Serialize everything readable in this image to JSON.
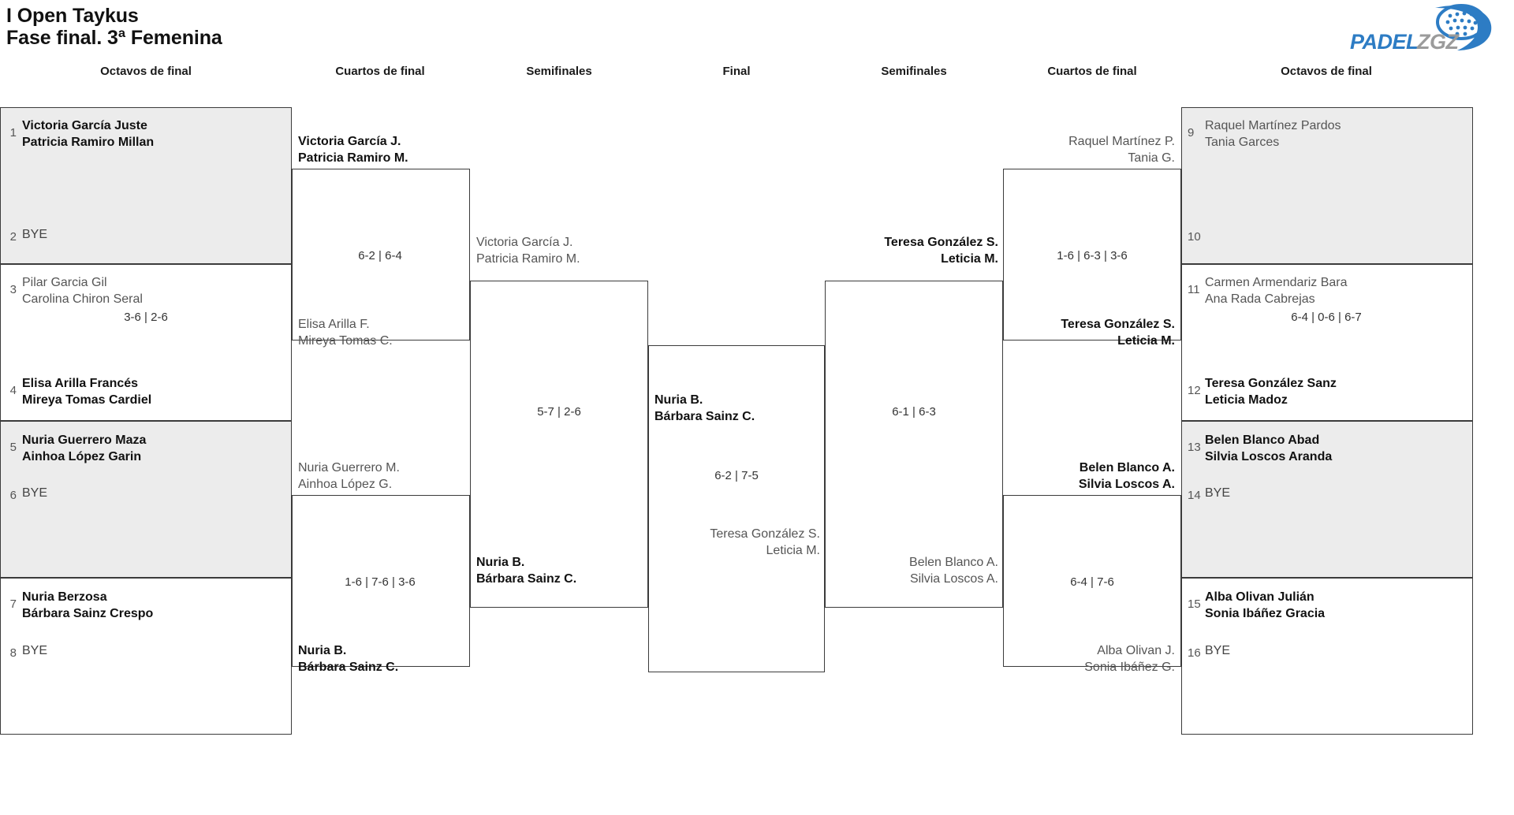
{
  "header": {
    "title_line1": "I Open Taykus",
    "title_line2": "Fase final. 3ª Femenina",
    "logo": {
      "brand_primary": "PADEL",
      "brand_secondary": "ZGZ",
      "color_primary": "#2d7cc4",
      "color_secondary": "#9b9b9b",
      "icon": "padel-racket-icon"
    }
  },
  "round_labels": {
    "left_r16": "Octavos de final",
    "left_qf": "Cuartos de final",
    "left_sf": "Semifinales",
    "final": "Final",
    "right_sf": "Semifinales",
    "right_qf": "Cuartos de final",
    "right_r16": "Octavos de final"
  },
  "colors": {
    "shaded_row": "#ececec",
    "border": "#3b3b3b",
    "winner_text": "#111111",
    "loser_text": "#555555"
  },
  "bracket": {
    "left_r16": [
      {
        "seed": "1",
        "line1": "Victoria García Juste",
        "line2": "Patricia Ramiro Millan",
        "state": "winner"
      },
      {
        "seed": "2",
        "line1": "BYE",
        "line2": "",
        "state": "bye"
      },
      {
        "seed": "3",
        "line1": "Pilar Garcia Gil",
        "line2": "Carolina Chiron Seral",
        "state": "loser"
      },
      {
        "seed": "4",
        "line1": "Elisa Arilla Francés",
        "line2": "Mireya Tomas Cardiel",
        "state": "winner"
      },
      {
        "seed": "5",
        "line1": "Nuria Guerrero Maza",
        "line2": "Ainhoa López Garin",
        "state": "winner"
      },
      {
        "seed": "6",
        "line1": "BYE",
        "line2": "",
        "state": "bye"
      },
      {
        "seed": "7",
        "line1": "Nuria Berzosa",
        "line2": "Bárbara Sainz Crespo",
        "state": "winner"
      },
      {
        "seed": "8",
        "line1": "BYE",
        "line2": "",
        "state": "bye"
      }
    ],
    "left_r16_scores": [
      "",
      "3-6 | 2-6",
      "",
      ""
    ],
    "left_qf": [
      {
        "line1": "Victoria García J.",
        "line2": "Patricia Ramiro M.",
        "state": "winner"
      },
      {
        "line1": "Elisa Arilla F.",
        "line2": "Mireya Tomas C.",
        "state": "loser"
      },
      {
        "line1": "Nuria Guerrero M.",
        "line2": "Ainhoa López G.",
        "state": "loser"
      },
      {
        "line1": "Nuria B.",
        "line2": "Bárbara Sainz C.",
        "state": "winner"
      }
    ],
    "left_qf_scores": [
      "6-2 | 6-4",
      "1-6 | 7-6 | 3-6"
    ],
    "left_sf": [
      {
        "line1": "Victoria García J.",
        "line2": "Patricia Ramiro M.",
        "state": "loser"
      },
      {
        "line1": "Nuria B.",
        "line2": "Bárbara Sainz C.",
        "state": "winner"
      }
    ],
    "left_sf_scores": [
      "5-7 | 2-6"
    ],
    "final": [
      {
        "line1": "Nuria B.",
        "line2": "Bárbara Sainz C.",
        "state": "winner",
        "side": "left"
      },
      {
        "line1": "Teresa González S.",
        "line2": "Leticia M.",
        "state": "loser",
        "side": "right"
      }
    ],
    "final_score": "6-2 | 7-5",
    "right_sf": [
      {
        "line1": "Teresa González S.",
        "line2": "Leticia M.",
        "state": "winner"
      },
      {
        "line1": "Belen Blanco A.",
        "line2": "Silvia Loscos A.",
        "state": "loser"
      }
    ],
    "right_sf_scores": [
      "6-1 | 6-3"
    ],
    "right_qf": [
      {
        "line1": "Raquel Martínez P.",
        "line2": "Tania G.",
        "state": "loser"
      },
      {
        "line1": "Teresa González S.",
        "line2": "Leticia M.",
        "state": "winner"
      },
      {
        "line1": "Belen Blanco A.",
        "line2": "Silvia Loscos A.",
        "state": "winner"
      },
      {
        "line1": "Alba Olivan J.",
        "line2": "Sonia Ibáñez G.",
        "state": "loser"
      }
    ],
    "right_qf_scores": [
      "1-6 | 6-3 | 3-6",
      "6-4 | 7-6"
    ],
    "right_r16": [
      {
        "seed": "9",
        "line1": "Raquel Martínez Pardos",
        "line2": "Tania Garces",
        "state": "loser"
      },
      {
        "seed": "10",
        "line1": "",
        "line2": "",
        "state": "empty"
      },
      {
        "seed": "11",
        "line1": "Carmen Armendariz Bara",
        "line2": "Ana Rada Cabrejas",
        "state": "loser"
      },
      {
        "seed": "12",
        "line1": "Teresa González Sanz",
        "line2": "Leticia Madoz",
        "state": "winner"
      },
      {
        "seed": "13",
        "line1": "Belen Blanco Abad",
        "line2": "Silvia Loscos Aranda",
        "state": "winner"
      },
      {
        "seed": "14",
        "line1": "BYE",
        "line2": "",
        "state": "bye"
      },
      {
        "seed": "15",
        "line1": "Alba Olivan Julián",
        "line2": "Sonia Ibáñez Gracia",
        "state": "winner"
      },
      {
        "seed": "16",
        "line1": "BYE",
        "line2": "",
        "state": "bye"
      }
    ],
    "right_r16_scores": [
      "",
      "6-4 | 0-6 | 6-7",
      "",
      ""
    ]
  }
}
